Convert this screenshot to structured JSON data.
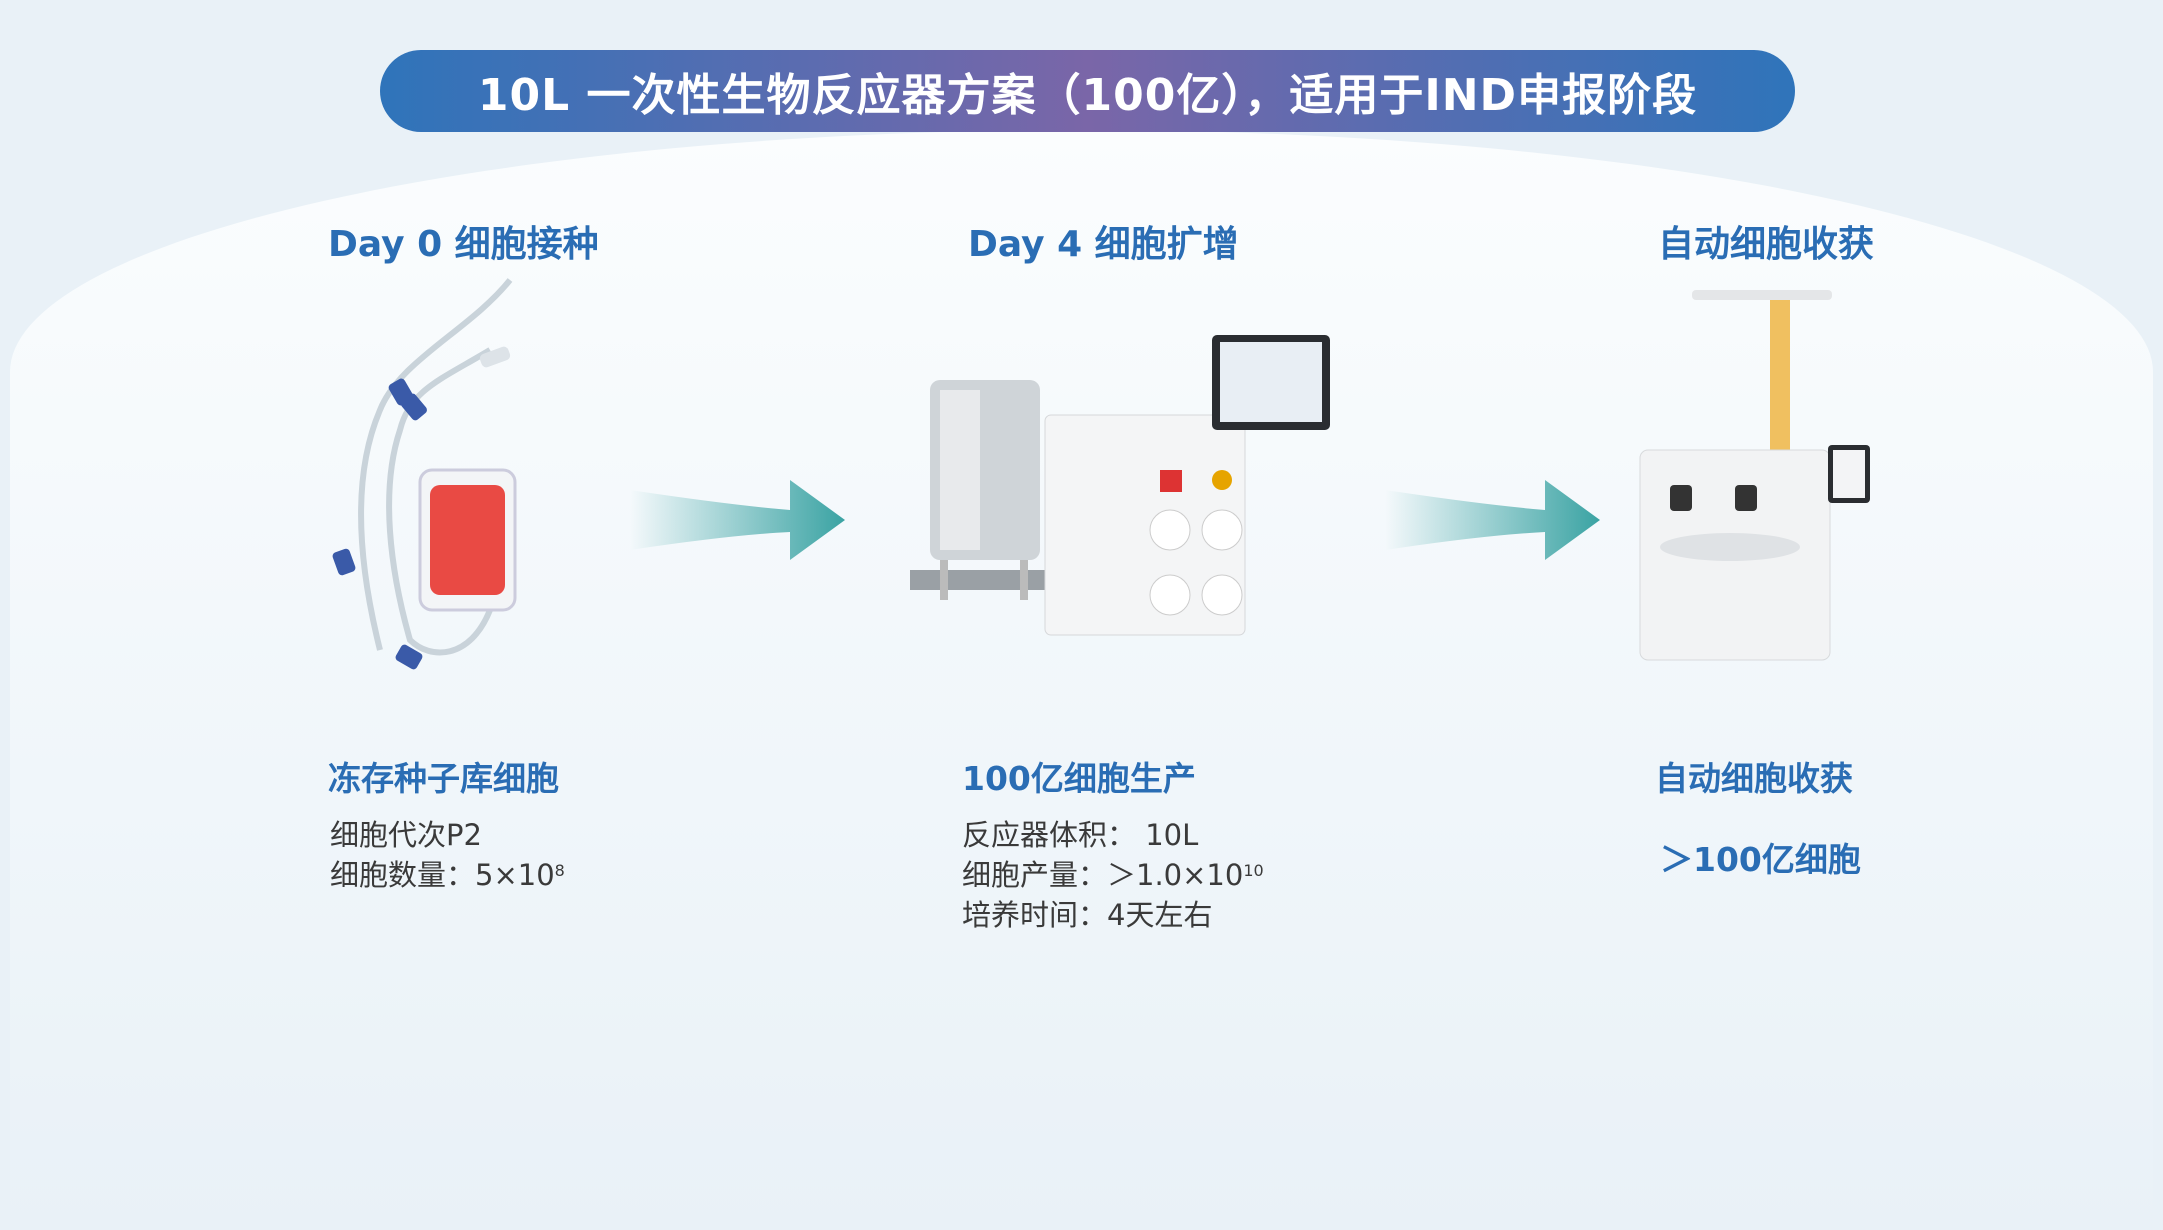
{
  "title": "10L 一次性生物反应器方案（100亿），适用于IND申报阶段",
  "stages": [
    {
      "heading": "Day 0 细胞接种",
      "subtitle": "冻存种子库细胞",
      "details": [
        {
          "text": "细胞代次P2"
        },
        {
          "text": "细胞数量：5×10",
          "sup": "8"
        }
      ],
      "image": "blood-bag-icon"
    },
    {
      "heading": "Day 4 细胞扩增",
      "subtitle": "100亿细胞生产",
      "details": [
        {
          "text": "反应器体积： 10L"
        },
        {
          "text": "细胞产量：＞1.0×10",
          "sup": "10"
        },
        {
          "text": "培养时间：4天左右"
        }
      ],
      "image": "bioreactor-icon"
    },
    {
      "heading": "自动细胞收获",
      "subtitle": "自动细胞收获",
      "highlight": "＞100亿细胞",
      "image": "cell-harvester-icon"
    }
  ],
  "colors": {
    "accent": "#2a6db4",
    "arrow": "#3aa3a3"
  }
}
